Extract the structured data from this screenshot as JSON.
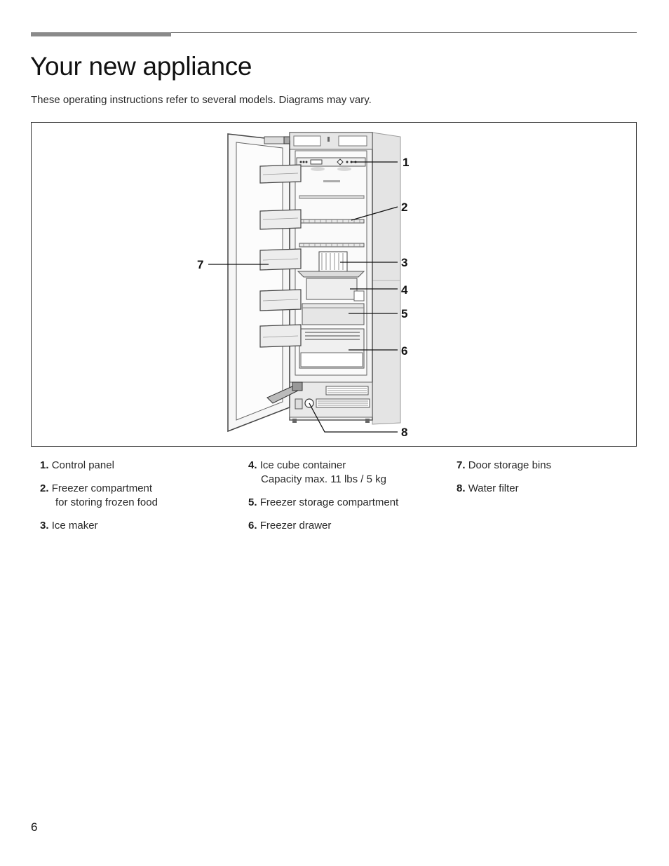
{
  "heading": {
    "title": "Your new appliance"
  },
  "intro": "These operating instructions refer to several models. Diagrams may vary.",
  "figure": {
    "callouts": [
      "1",
      "2",
      "3",
      "4",
      "5",
      "6",
      "7",
      "8"
    ]
  },
  "legend": [
    {
      "number": "1.",
      "label": "Control panel",
      "sub": ""
    },
    {
      "number": "2.",
      "label": "Freezer compartment",
      "sub": "for storing frozen food"
    },
    {
      "number": "3.",
      "label": "Ice maker",
      "sub": ""
    },
    {
      "number": "4.",
      "label": "Ice cube container",
      "sub": "Capacity max. 11 lbs / 5 kg"
    },
    {
      "number": "5.",
      "label": "Freezer storage compartment",
      "sub": ""
    },
    {
      "number": "6.",
      "label": "Freezer drawer",
      "sub": ""
    },
    {
      "number": "7.",
      "label": "Door storage bins",
      "sub": ""
    },
    {
      "number": "8.",
      "label": "Water filter",
      "sub": ""
    }
  ],
  "footer": {
    "page_number": "6"
  }
}
